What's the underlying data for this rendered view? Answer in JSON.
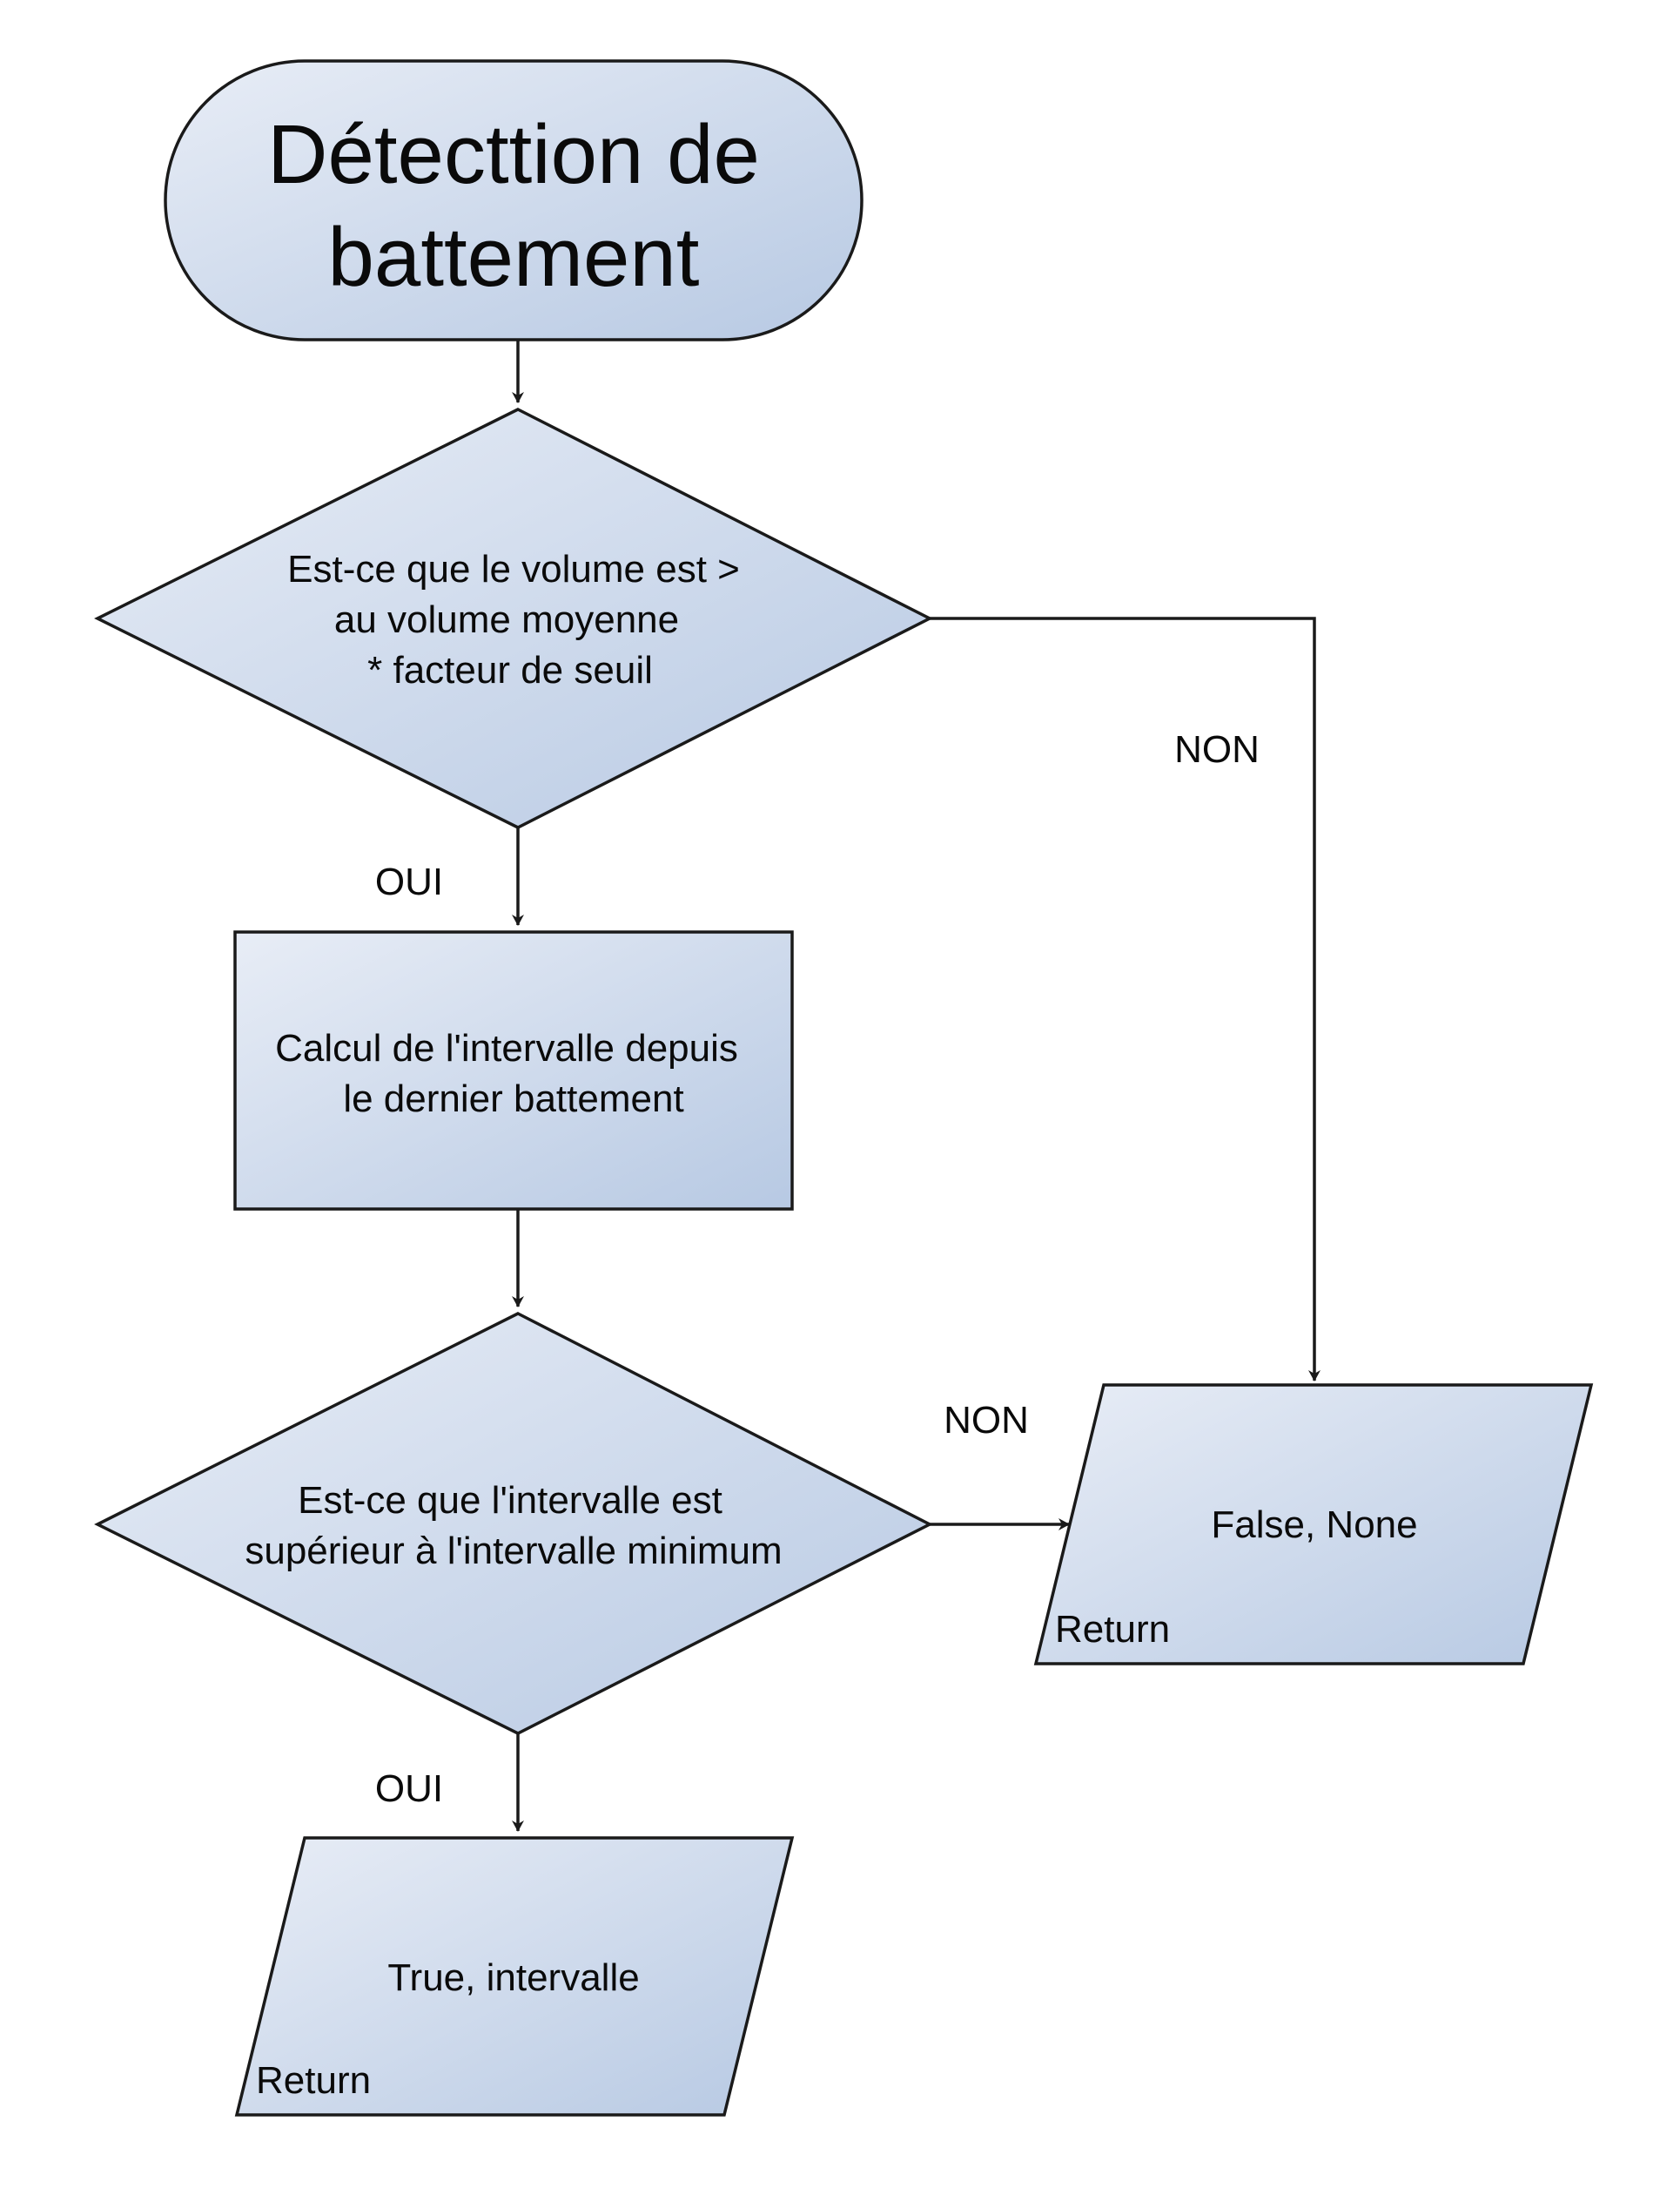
{
  "diagram": {
    "start": {
      "lines": [
        "Détecttion de",
        "battement"
      ]
    },
    "decision_volume": {
      "lines": [
        "Est-ce que le volume est >",
        "au volume moyenne",
        "* facteur de seuil"
      ]
    },
    "process_interval": {
      "lines": [
        "Calcul de l'intervalle depuis",
        "le dernier battement"
      ]
    },
    "decision_interval": {
      "lines": [
        "Est-ce que l'intervalle est",
        "supérieur à l'intervalle minimum"
      ]
    },
    "output_false": {
      "text": "False, None",
      "tag": "Return"
    },
    "output_true": {
      "text": "True, intervalle",
      "tag": "Return"
    },
    "labels": {
      "yes_1": "OUI",
      "no_1": "NON",
      "no_2": "NON",
      "yes_2": "OUI"
    }
  },
  "colors": {
    "fill_light": "#e8edf6",
    "fill_dark": "#b7c9e3",
    "stroke": "#1a1a1a"
  }
}
